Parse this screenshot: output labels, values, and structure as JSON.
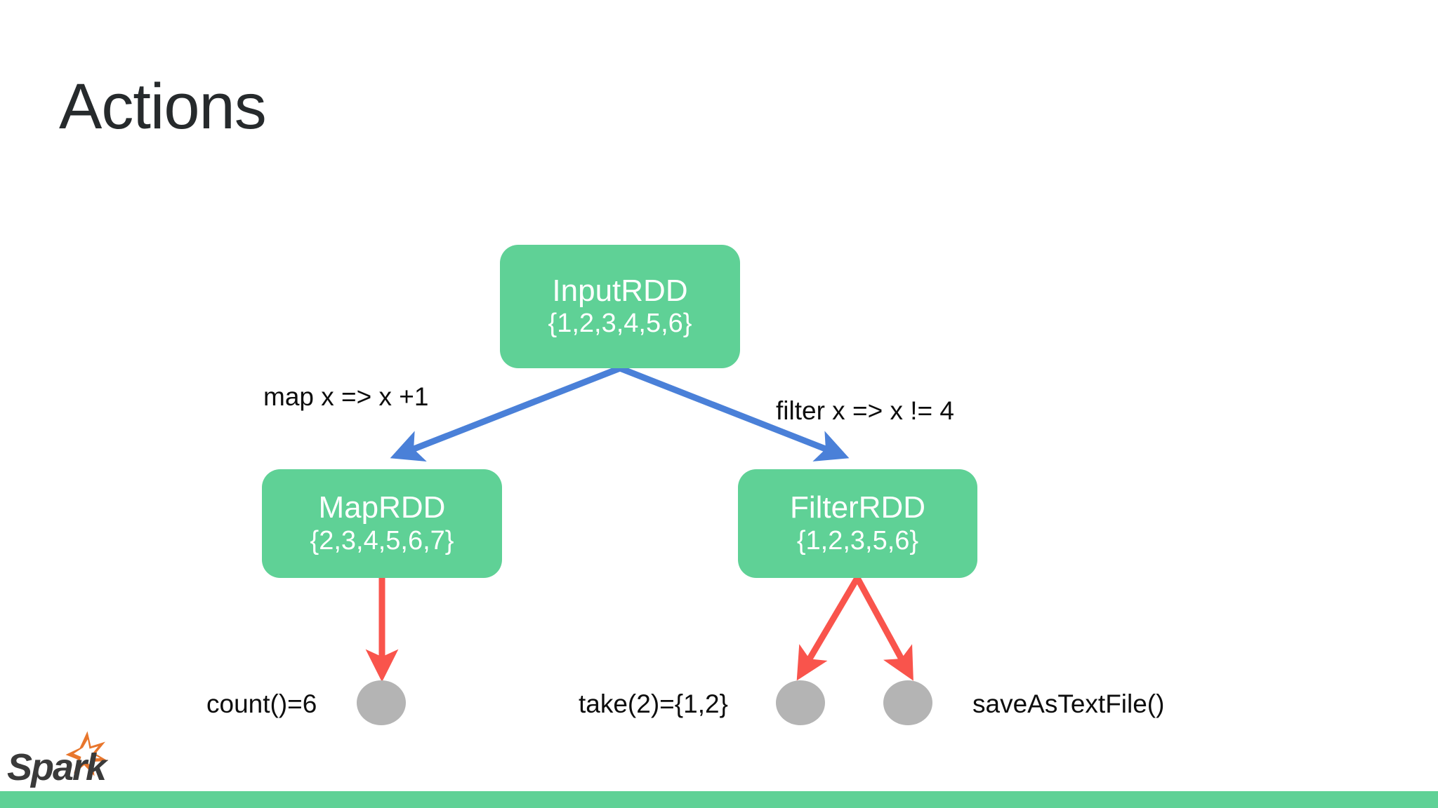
{
  "slide": {
    "title": "Actions",
    "background_color": "#ffffff",
    "footer_color": "#5fd196"
  },
  "diagram": {
    "type": "rdd-lineage-graph",
    "node_color": "#5fd196",
    "node_text_color": "#ffffff",
    "transformation_edge_color": "#4a80d8",
    "action_edge_color": "#f9544c",
    "action_dot_color": "#b4b4b4",
    "nodes": [
      {
        "id": "input",
        "name": "InputRDD",
        "set": "{1,2,3,4,5,6}"
      },
      {
        "id": "map",
        "name": "MapRDD",
        "set": "{2,3,4,5,6,7}"
      },
      {
        "id": "filter",
        "name": "FilterRDD",
        "set": "{1,2,3,5,6}"
      }
    ],
    "transformations": [
      {
        "id": "map-edge",
        "from": "input",
        "to": "map",
        "label": "map x => x +1"
      },
      {
        "id": "filter-edge",
        "from": "input",
        "to": "filter",
        "label": "filter x => x != 4"
      }
    ],
    "actions": [
      {
        "id": "count",
        "from": "map",
        "label": "count()=6"
      },
      {
        "id": "take",
        "from": "filter",
        "label": "take(2)={1,2}"
      },
      {
        "id": "save-as-text",
        "from": "filter",
        "label": "saveAsTextFile()"
      }
    ]
  },
  "logo": {
    "wordmark": "Spark",
    "wordmark_color": "#3a3a3a",
    "star_color": "#e8762c"
  }
}
